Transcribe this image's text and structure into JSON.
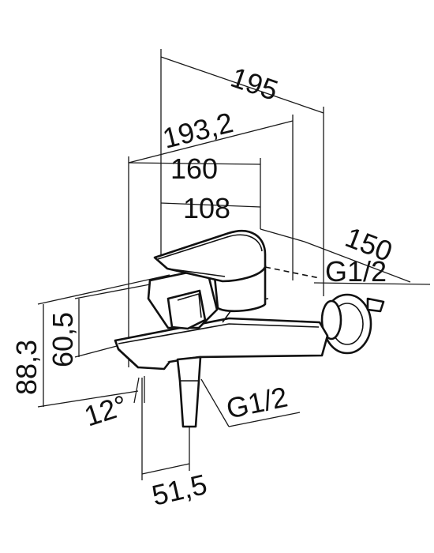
{
  "drawing": {
    "dimensions": {
      "width_overall": "195",
      "width_body": "193,2",
      "width_lever_end": "160",
      "width_lever": "108",
      "projection": "150",
      "inlet_thread": "G1/2",
      "outlet_thread": "G1/2",
      "height_total": "88,3",
      "height_spout": "60,5",
      "spout_angle": "12°",
      "spout_offset": "51,5"
    }
  }
}
